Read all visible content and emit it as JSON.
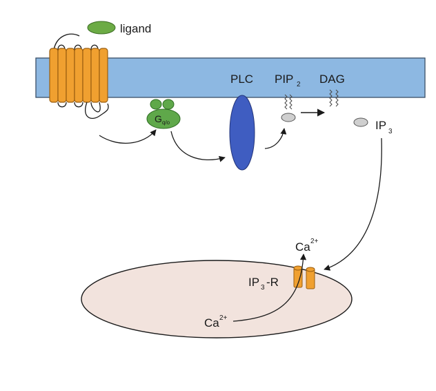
{
  "labels": {
    "ligand": "ligand",
    "plc": "PLC",
    "pip": "PIP",
    "pip_sub": "2",
    "dag": "DAG",
    "g": "G",
    "g_sub": "q/o",
    "ip3": "IP",
    "ip3_sub": "3",
    "ca_top": "Ca",
    "ca_top_sup": "2+",
    "ip3r": "IP",
    "ip3r_sub": "3",
    "ip3r_suffix": "-R",
    "ca_bottom": "Ca",
    "ca_bottom_sup": "2+"
  },
  "colors": {
    "membrane": "#8db8e2",
    "membrane_edge": "#3a4f66",
    "receptor": "#f0a030",
    "receptor_edge": "#9a5e10",
    "ligand": "#6cab45",
    "g_protein": "#5fa84a",
    "plc": "#3f5dc1",
    "ip3_molecule": "#cfcfcf",
    "er": "#f2e3dd",
    "arrow": "#1a1a1a"
  }
}
